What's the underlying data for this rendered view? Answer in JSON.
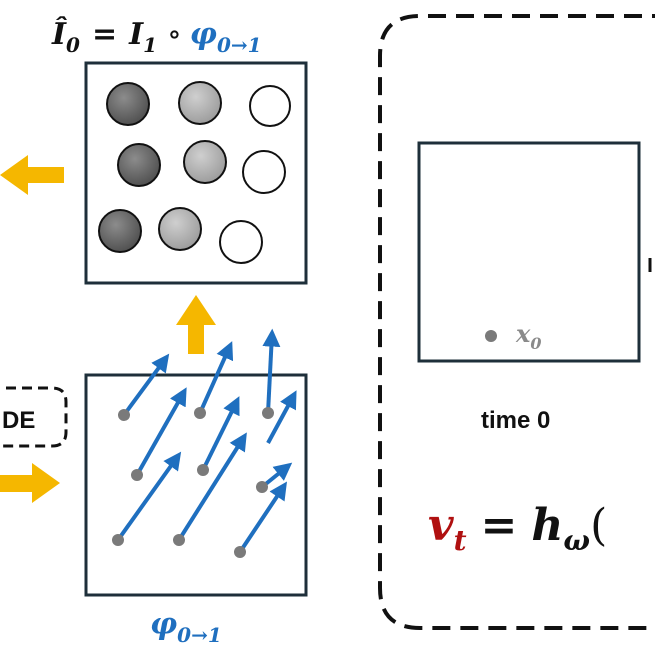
{
  "warped_image_label": {
    "lhs": "Î",
    "lhs_sub": "0",
    "eq": "=",
    "rhs": "I",
    "rhs_sub": "1",
    "compose": "∘",
    "phi": "φ",
    "phi_sub": "0→1"
  },
  "flow_label": {
    "phi": "φ",
    "phi_sub": "0→1"
  },
  "side_box_text": "DE",
  "time_label": "time 0",
  "point_label": {
    "var": "x",
    "sub": "0"
  },
  "velocity_eq": {
    "v": "v",
    "v_sub": "t",
    "eq": "=",
    "h": "h",
    "h_sub": "ω",
    "paren": "("
  },
  "colors": {
    "blue": "#1f6fbf",
    "orange": "#f5b700",
    "dark_red": "#b01010",
    "frame": "#1e2f3a"
  },
  "circle_grid": [
    [
      "#7a7a7a",
      "#b8b8b8",
      "#ffffff"
    ],
    [
      "#7a7a7a",
      "#b8b8b8",
      "#ffffff"
    ],
    [
      "#7a7a7a",
      "#b8b8b8",
      "#ffffff"
    ]
  ]
}
